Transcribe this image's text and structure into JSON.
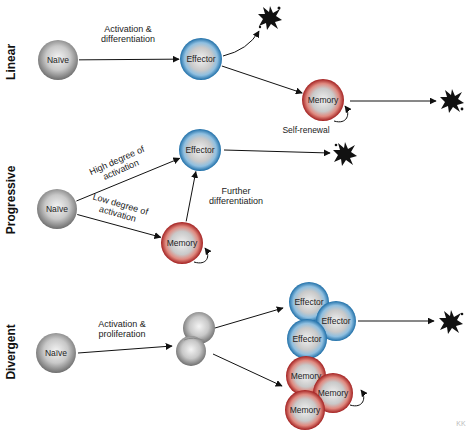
{
  "diagram": {
    "nodes": [
      {
        "text": [
          "Naïve"
        ]
      },
      {
        "text": [
          "Effector"
        ]
      },
      {
        "text": [
          "Memory"
        ]
      },
      {
        "text": [
          "Naïve"
        ]
      },
      {
        "text": [
          "Effector"
        ]
      },
      {
        "text": [
          "Memory"
        ]
      },
      {
        "text": [
          "Naïve"
        ]
      },
      {
        "text": [
          "Effector"
        ]
      },
      {
        "text": [
          "Effector"
        ]
      },
      {
        "text": [
          "Effector"
        ]
      },
      {
        "text": [
          "Memory"
        ]
      },
      {
        "text": [
          "Memory"
        ]
      },
      {
        "text": [
          "Memory"
        ]
      }
    ],
    "edges": [
      {
        "from": 0,
        "to": 1,
        "arrow": "to",
        "label": "Activation & differentiation"
      },
      {
        "from": 1,
        "to": 2,
        "arrow": "to"
      },
      {
        "from": 3,
        "to": 4,
        "arrow": "to",
        "label": "High degree of activation"
      },
      {
        "from": 3,
        "to": 5,
        "arrow": "to",
        "label": "Low degree of activation"
      },
      {
        "from": 5,
        "to": 4,
        "arrow": "to",
        "label": "Further differentiation"
      }
    ],
    "labels": [
      "Linear",
      "Progressive",
      "Divergent",
      "Self-renewal",
      "Activation & proliferation",
      "KK"
    ]
  }
}
